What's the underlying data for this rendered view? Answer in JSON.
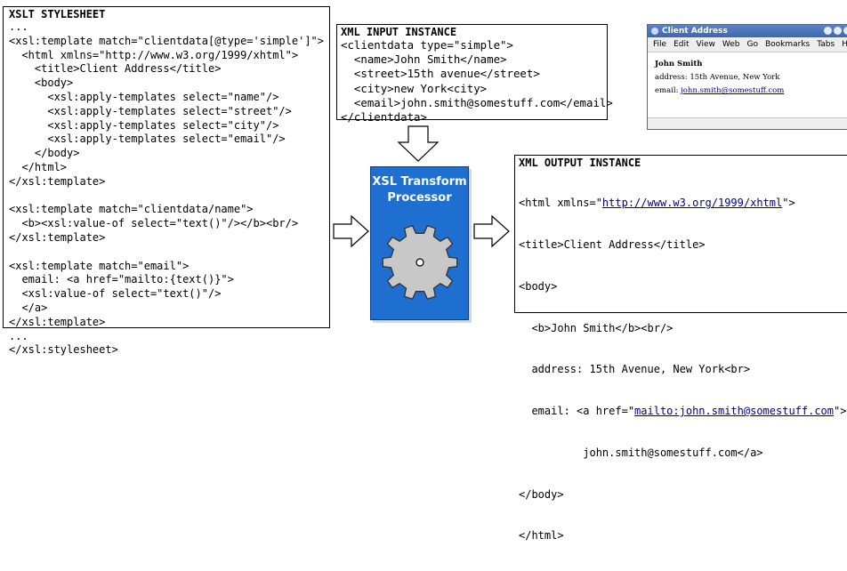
{
  "xslt": {
    "title": "XSLT STYLESHEET",
    "lines": [
      "...",
      "<xsl:template match=\"clientdata[@type='simple']\">",
      "  <html xmlns=\"http://www.w3.org/1999/xhtml\">",
      "    <title>Client Address</title>",
      "    <body>",
      "      <xsl:apply-templates select=\"name\"/>",
      "      <xsl:apply-templates select=\"street\"/>",
      "      <xsl:apply-templates select=\"city\"/>",
      "      <xsl:apply-templates select=\"email\"/>",
      "    </body>",
      "  </html>",
      "</xsl:template>",
      "",
      "<xsl:template match=\"clientdata/name\">",
      "  <b><xsl:value-of select=\"text()\"/></b><br/>",
      "</xsl:template>",
      "",
      "<xsl:template match=\"email\">",
      "  email: <a href=\"mailto:{text()}\">",
      "  <xsl:value-of select=\"text()\"/>",
      "  </a>",
      "</xsl:template>",
      "...",
      "</xsl:stylesheet>"
    ]
  },
  "xml_input": {
    "title": "XML INPUT INSTANCE",
    "lines": [
      "<clientdata type=\"simple\">",
      "  <name>John Smith</name>",
      "  <street>15th avenue</street>",
      "  <city>new York<city>",
      "  <email>john.smith@somestuff.com</email>",
      "</clientdata>"
    ]
  },
  "xml_output": {
    "title": "XML OUTPUT INSTANCE",
    "line1_pre": "<html xmlns=\"",
    "line1_link": "http://www.w3.org/1999/xhtml",
    "line1_post": "\">",
    "line2": "<title>Client Address</title>",
    "line3": "<body>",
    "line4": "  <b>John Smith</b><br/>",
    "line5": "  address: 15th Avenue, New York<br>",
    "line6_pre": "  email: <a href=\"",
    "line6_link": "mailto:john.smith@somestuff.com",
    "line6_post": "\">",
    "line7": "          john.smith@somestuff.com</a>",
    "line8": "</body>",
    "line9": "</html>"
  },
  "processor": {
    "title_line1": "XSL Transform",
    "title_line2": "Processor"
  },
  "browser": {
    "window_title": "Client Address",
    "menu": [
      "File",
      "Edit",
      "View",
      "Web",
      "Go",
      "Bookmarks",
      "Tabs",
      "Help"
    ],
    "name": "John Smith",
    "address": "address: 15th Avenue, New York",
    "email_label": "email: ",
    "email_link": "john.smith@somestuff.com"
  },
  "colors": {
    "processor_fill": "#1f6fd1",
    "gear_fill": "#c8c8c8",
    "link": "#00008b"
  }
}
